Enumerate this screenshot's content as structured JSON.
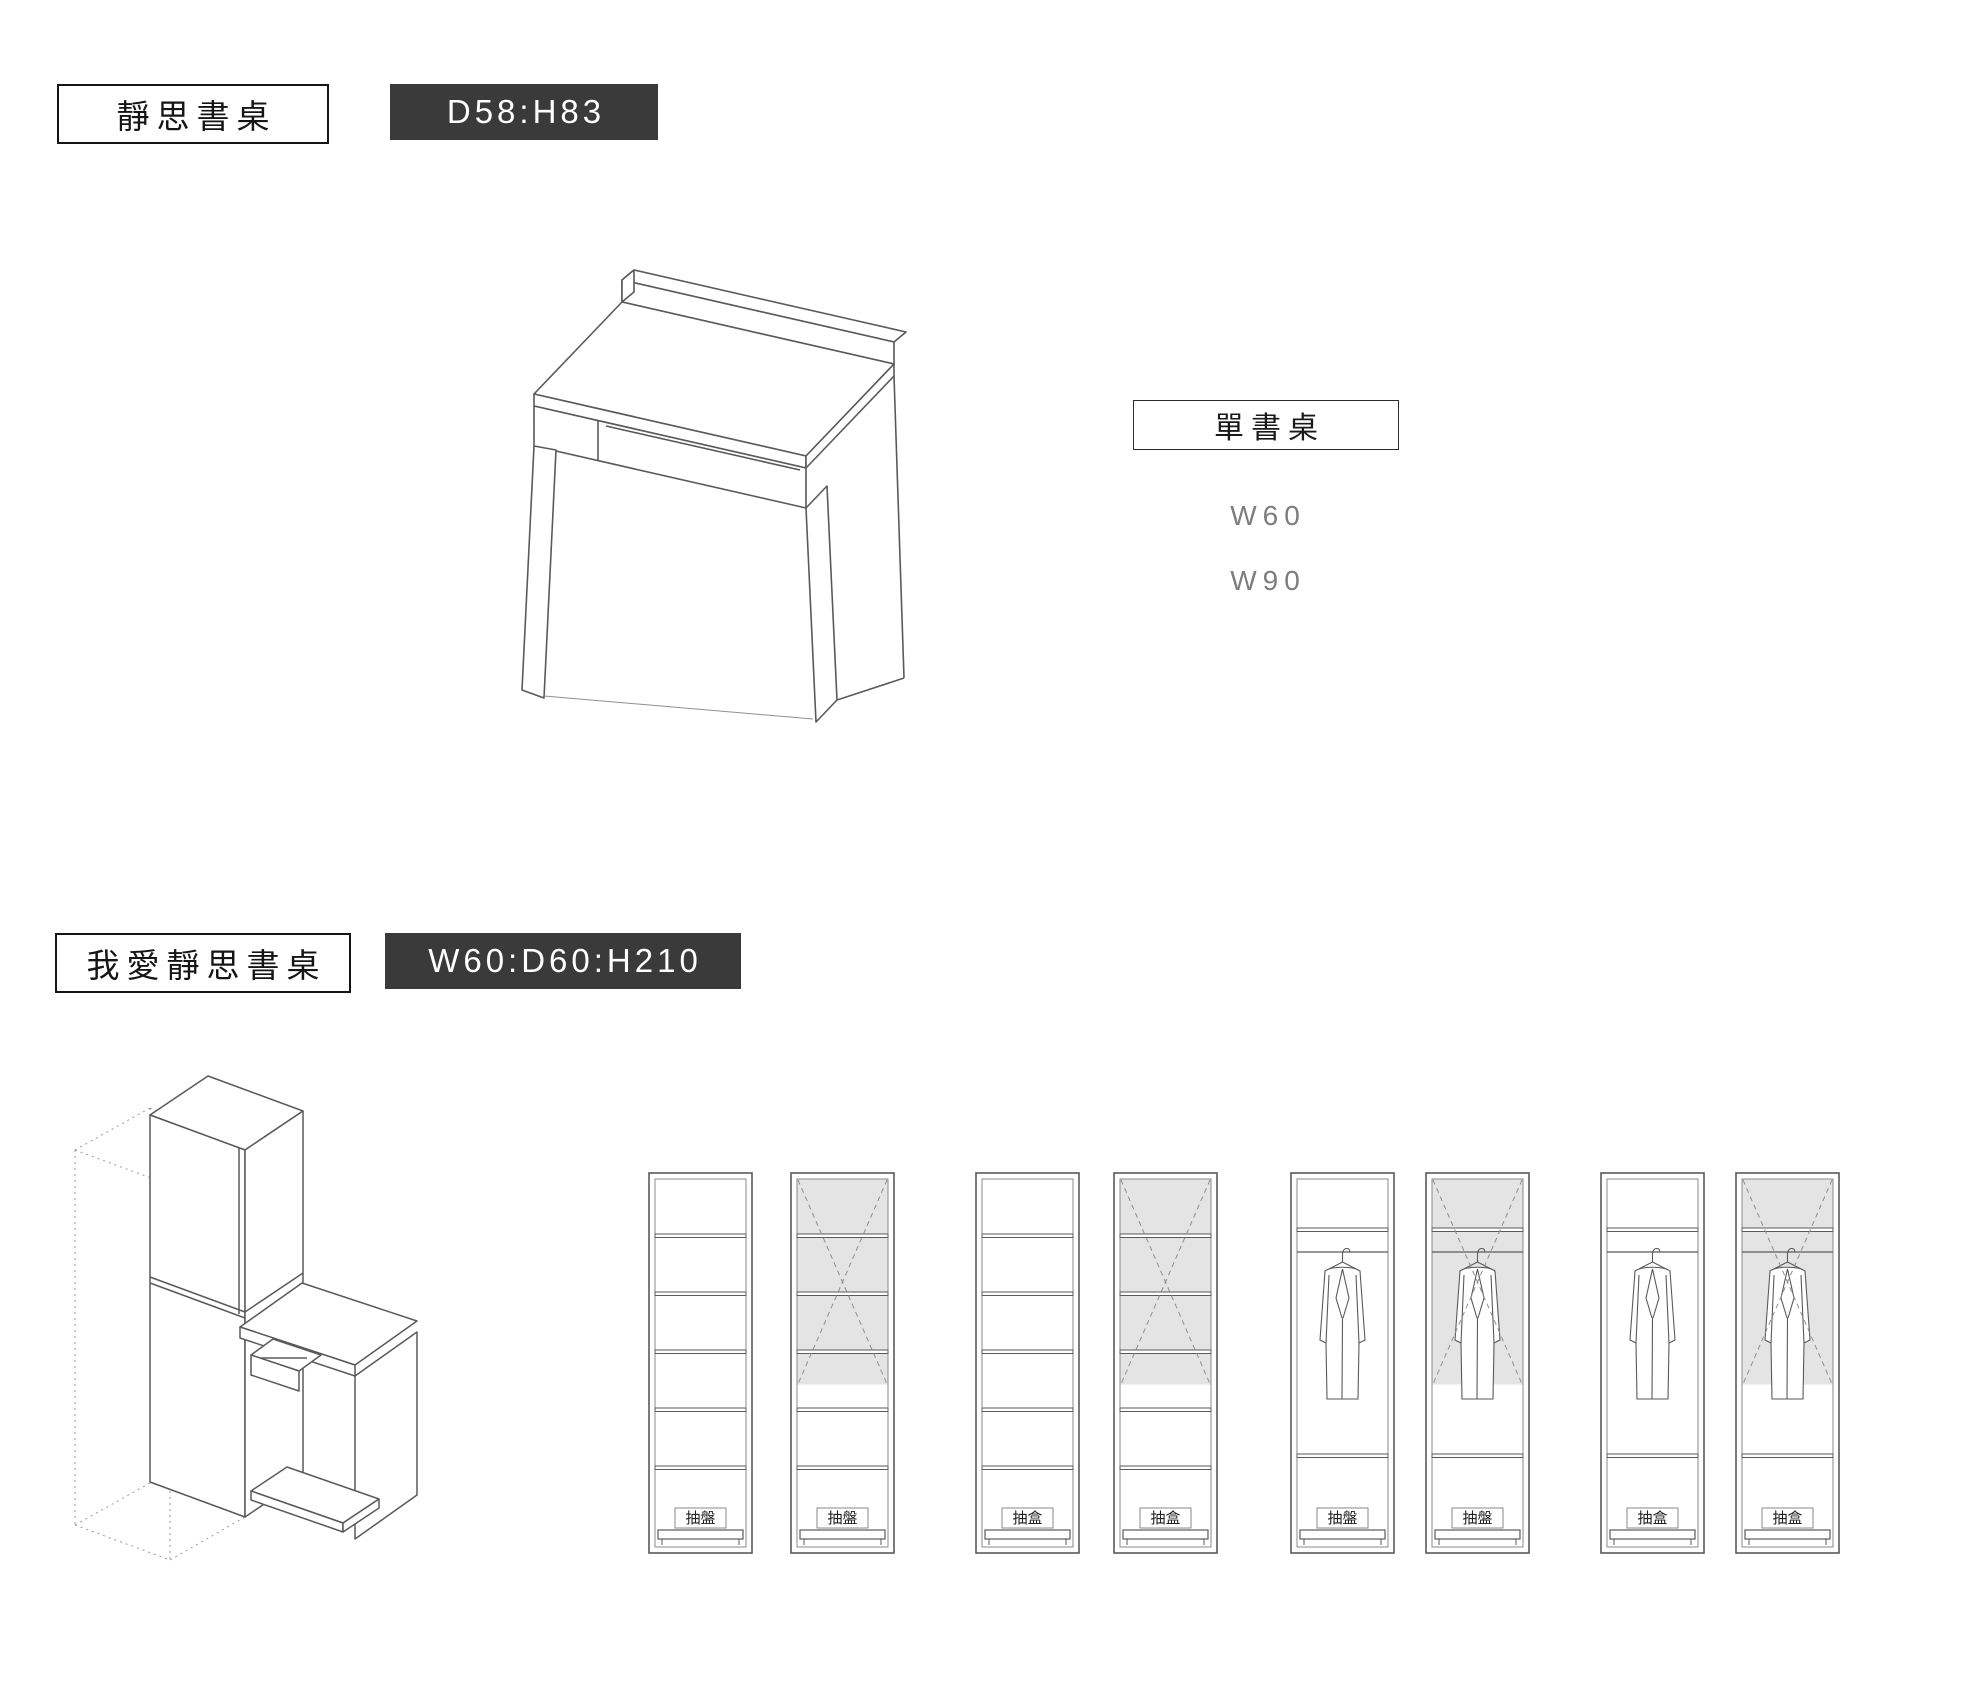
{
  "top": {
    "name_label": "靜思書桌",
    "dim_label": "D58:H83",
    "variant_title": "單書桌",
    "widths": [
      "W60",
      "W90"
    ]
  },
  "bottom": {
    "name_label": "我愛靜思書桌",
    "dim_label": "W60:D60:H210",
    "wardrobes": [
      {
        "drawer_label": "抽盤",
        "shaded": false,
        "clothes": false
      },
      {
        "drawer_label": "抽盤",
        "shaded": true,
        "clothes": false
      },
      {
        "drawer_label": "抽盒",
        "shaded": false,
        "clothes": false
      },
      {
        "drawer_label": "抽盒",
        "shaded": true,
        "clothes": false
      },
      {
        "drawer_label": "抽盤",
        "shaded": false,
        "clothes": true
      },
      {
        "drawer_label": "抽盤",
        "shaded": true,
        "clothes": true
      },
      {
        "drawer_label": "抽盒",
        "shaded": false,
        "clothes": true
      },
      {
        "drawer_label": "抽盒",
        "shaded": true,
        "clothes": true
      }
    ]
  },
  "colors": {
    "badge_bg": "#3a3a3a",
    "line": "#5a5a5a",
    "shade": "#e4e4e4",
    "gray_text": "#7d7d7d"
  }
}
